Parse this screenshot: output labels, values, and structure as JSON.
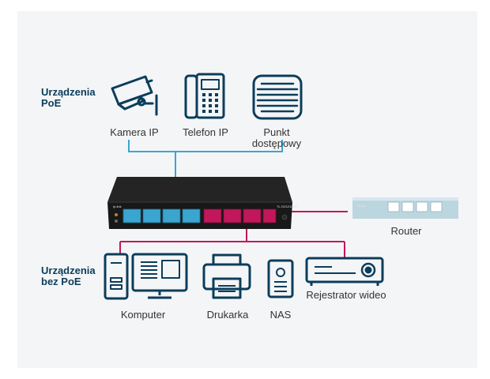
{
  "groups": {
    "poe": {
      "line1": "Urządzenia",
      "line2": "PoE"
    },
    "non_poe": {
      "line1": "Urządzenia",
      "line2": "bez PoE"
    }
  },
  "poe_devices": {
    "camera": "Kamera IP",
    "phone": "Telefon IP",
    "ap_line1": "Punkt",
    "ap_line2": "dostępowy"
  },
  "non_poe_devices": {
    "computer": "Komputer",
    "printer": "Drukarka",
    "nas": "NAS",
    "nvr": "Rejestrator wideo"
  },
  "router": {
    "label": "Router",
    "brand": "tp-link"
  },
  "switch": {
    "brand": "tp-link",
    "model": "TL-SG1210MP"
  },
  "colors": {
    "poe_line": "#3aa6d0",
    "non_poe_line": "#c2185b",
    "icon_stroke": "#0b3d5b",
    "group_label": "#0b3d5b"
  },
  "icons": {
    "camera": "security-camera-icon",
    "phone": "desk-phone-icon",
    "ap": "access-point-icon",
    "computer": "desktop-computer-icon",
    "printer": "printer-icon",
    "nas": "nas-icon",
    "nvr": "video-recorder-icon"
  }
}
